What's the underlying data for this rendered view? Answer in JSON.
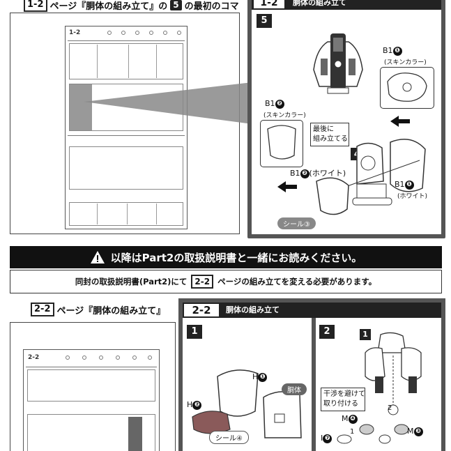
{
  "top_left": {
    "header_num": "1-2",
    "header_text": "ページ『胴体の組み立て』の",
    "header_step": "5",
    "header_suffix": "の最初のコマ",
    "mini_page_num": "1-2"
  },
  "top_right": {
    "section_num": "1-2",
    "section_title": "胴体の組み立て",
    "step": "5",
    "part_b1_1": "B1",
    "circled_1": "❶",
    "skin_color": "(スキンカラー)",
    "part_b1_2": "B1",
    "circled_2": "❷",
    "skin_color_2": "(スキンカラー)",
    "last_assemble": "最後に\n組み立てる",
    "sub_step": "4",
    "b1_2_white_part": "B1",
    "b1_2_white_circ": "❷",
    "b1_2_white": "(ホワイト)",
    "b1_1_white_part": "B1",
    "b1_1_white_circ": "❶",
    "b1_1_white": "(ホワイト)",
    "seal": "シール③"
  },
  "notice": {
    "warning": "以降はPart2の取扱説明書と一緒にお読みください。",
    "detail_pre": "同封の取扱説明書(Part2)にて",
    "detail_num": "2-2",
    "detail_post": "ページの組み立てを変える必要があります。"
  },
  "bottom_left": {
    "header_num": "2-2",
    "header_text": "ページ『胴体の組み立て』",
    "mini_page_num": "2-2"
  },
  "bottom_right": {
    "section_num": "2-2",
    "section_title": "胴体の組み立て",
    "step1": "1",
    "step2": "2",
    "h1_part": "H",
    "h1_circ": "❶",
    "torso": "胴体",
    "h2_part": "H",
    "h2_circ": "❷",
    "seal4": "シール④",
    "sub1": "1",
    "avoid": "干渉を避けて\n取り付ける",
    "m4_part": "M",
    "m4_circ": "❹",
    "m3_part": "M",
    "m3_circ": "❸",
    "i7_part": "I",
    "i7_circ": "❼",
    "c1": "1",
    "c2": "2"
  }
}
